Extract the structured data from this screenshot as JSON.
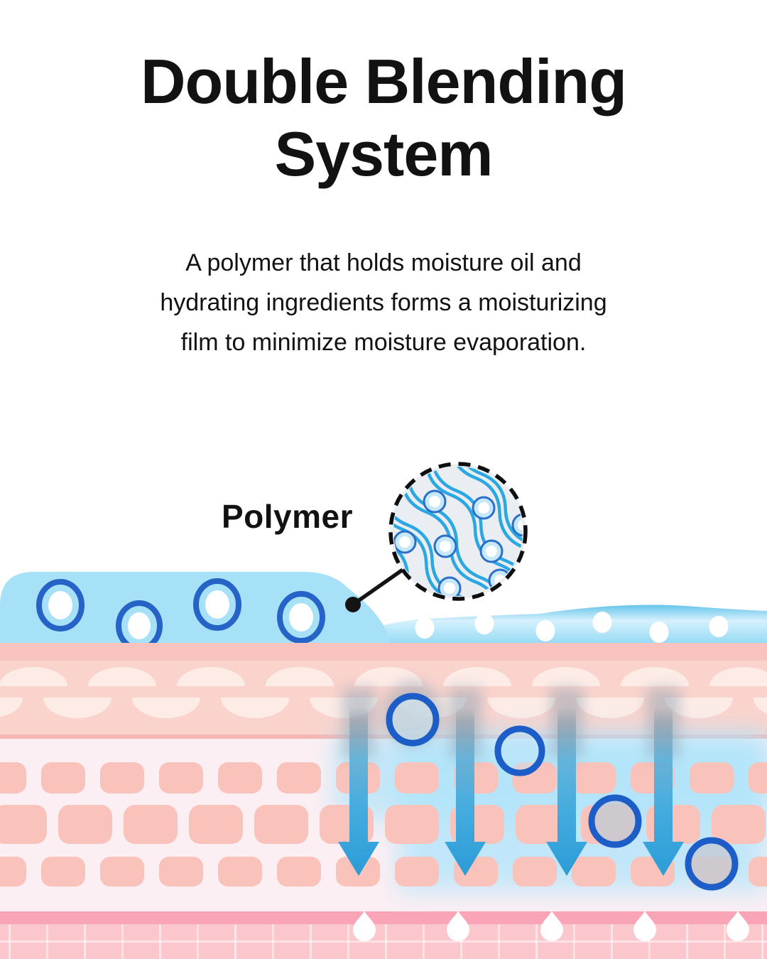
{
  "title": {
    "line1": "Double Blending",
    "line2": "System"
  },
  "description": {
    "text": "A polymer that holds moisture oil and hydrating ingredients forms a moisturizing film to minimize moisture evaporation.",
    "lines": [
      "A polymer that holds moisture oil and",
      "hydrating ingredients forms a moisturizing",
      "film to minimize moisture evaporation."
    ]
  },
  "diagram": {
    "polymer_label": "Polymer",
    "magnifier": "dashed circle showing polymer mesh of wavy strands holding moisture bubbles",
    "film_bubble_count": 4,
    "surface_dot_count": 6,
    "absorption_arrow_count": 4,
    "skin_bubble_count": 4,
    "water_droplet_count": 5
  },
  "colors": {
    "ink": "#121212",
    "page-bg": "#ffffff",
    "film-blue": "#A6E1F8",
    "bubble-ring-blue": "#2563C6",
    "deep-ring-blue": "#1D5DC8",
    "wave-blue": "#2BA7E1",
    "arrow-blue": "#35A3DB",
    "glow-blue": "#AEE4FB",
    "skin-band-pink": "#F8C3BE",
    "skin-layer-pink": "#FAD3CD",
    "dome-pink": "#FDEBE6",
    "epidermis-pink": "#FCEFF3",
    "cell-pink": "#F9C2BB",
    "basal-band-pink": "#F9A5B7",
    "grid-pink": "#FBC6CC"
  }
}
